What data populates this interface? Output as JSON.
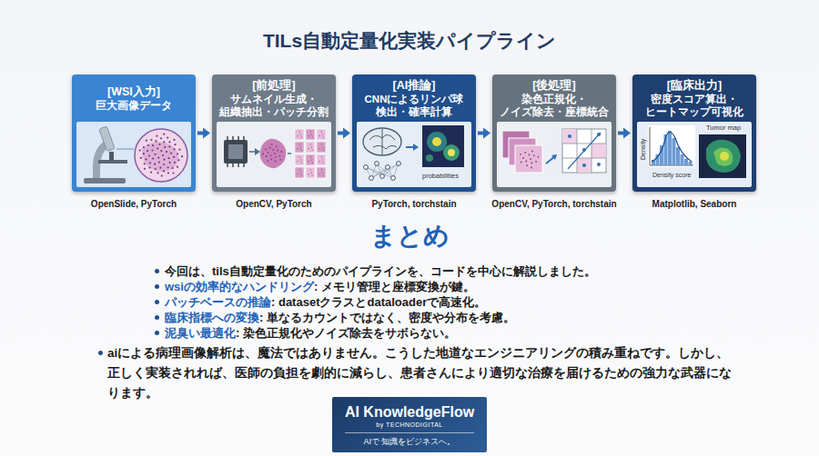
{
  "diagram": {
    "title": "TILs自動定量化実装パイプライン",
    "nodes": [
      {
        "text": [
          "[WSI入力]",
          "巨大画像データ"
        ]
      },
      {
        "text": [
          "[前処理]",
          "サムネイル生成・ 組織抽出・パッチ分割"
        ]
      },
      {
        "text": [
          "[AI推論]",
          "CNNによるリンパ球 検出・確率計算"
        ]
      },
      {
        "text": [
          "[後処理]",
          "染色正規化・ ノイズ除去・座標統合"
        ]
      },
      {
        "text": [
          "[臨床出力]",
          "密度スコア算出・ ヒートマップ可視化"
        ]
      },
      {
        "text": [
          "AI KnowledgeFlow",
          "by TECHNODIGITAL",
          "AIで 知識をビジネスへ。"
        ]
      }
    ],
    "edges": [
      {
        "from": 0,
        "to": 1,
        "arrow": "to"
      },
      {
        "from": 1,
        "to": 2,
        "arrow": "to"
      },
      {
        "from": 2,
        "to": 3,
        "arrow": "to"
      },
      {
        "from": 3,
        "to": 4,
        "arrow": "to"
      }
    ],
    "labels": [
      "OpenSlide, PyTorch",
      "OpenCV, PyTorch",
      "PyTorch, torchstain",
      "OpenCV, PyTorch, torchstain",
      "Matplotlib, Seaborn",
      "probabilities",
      "Density",
      "Density score",
      "Tumor map",
      "まとめ",
      "今回は、tils自動定量化のためのパイプラインを、コードを中心に解説しました。",
      "wsiの効率的なハンドリング",
      ": メモリ管理と座標変換が鍵。",
      "パッチベースの推論",
      ": datasetクラスとdataloaderで高速化。",
      "臨床指標への変換",
      ": 単なるカウントではなく、密度や分布を考慮。",
      "泥臭い最適化",
      ": 染色正規化やノイズ除去をサボらない。",
      "aiによる病理画像解析は、魔法ではありません。こうした地道なエンジニアリングの積み重ねです。しかし、正しく実装されれば、医師の負担を劇的に減らし、患者さんにより適切な治療を届けるための強力な武器になります。"
    ]
  }
}
